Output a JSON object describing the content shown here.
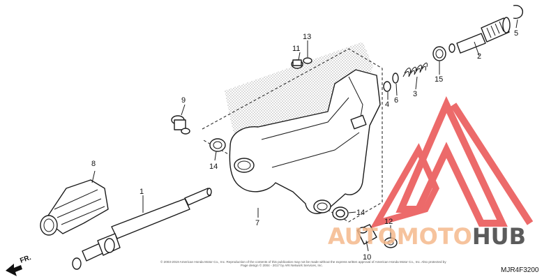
{
  "diagram_code": "MJR4F3200",
  "direction_label": "FR.",
  "watermark": {
    "text_part1": "AUTOMOTO",
    "text_part2": "HUB",
    "color_part1": "#f5b98c",
    "color_part2": "#4a4a4a",
    "logo_color": "#e84545"
  },
  "copyright_lines": [
    "© 2003-2019 American Honda Motor Co., Inc. Reproduction of the contents of this publication may not be made without the express written approval of American Honda Motor Co., Inc. Also protected by",
    "Page design © 2004 - 2017 by ARI Network Services, Inc."
  ],
  "callouts": [
    "1",
    "2",
    "3",
    "4",
    "5",
    "6",
    "7",
    "8",
    "9",
    "10",
    "11",
    "12",
    "13",
    "14",
    "14",
    "15"
  ]
}
